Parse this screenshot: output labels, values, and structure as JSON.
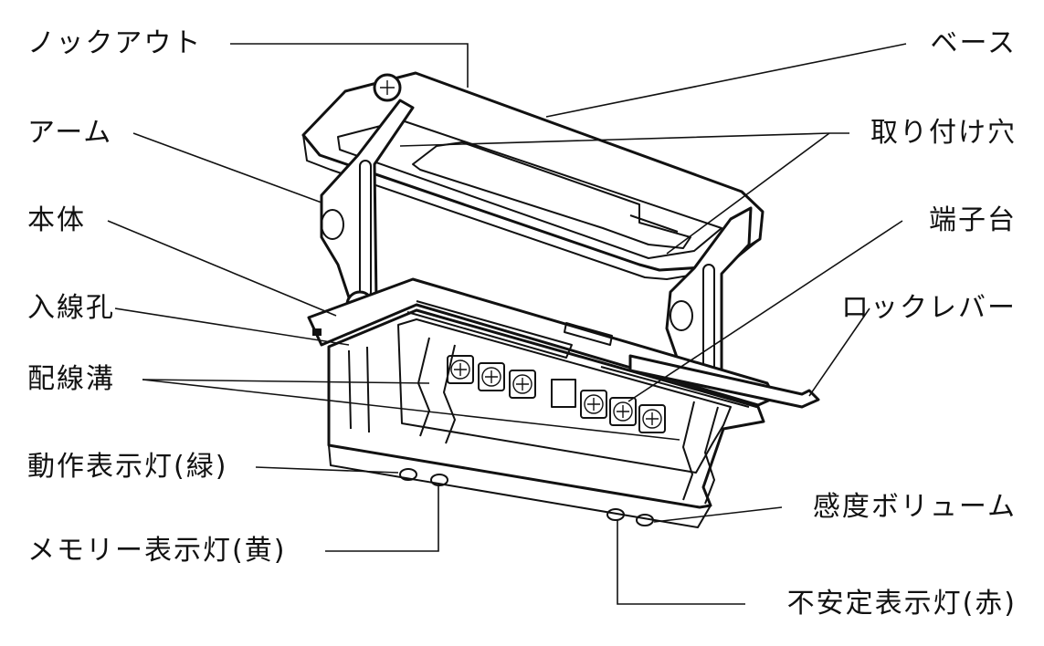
{
  "labels": {
    "knockout": "ノックアウト",
    "base": "ベース",
    "arm": "アーム",
    "mounting_hole": "取り付け穴",
    "body": "本体",
    "terminal_block": "端子台",
    "wire_entry": "入線孔",
    "lock_lever": "ロックレバー",
    "wiring_groove": "配線溝",
    "operation_lamp": "動作表示灯(緑)",
    "sensitivity_volume": "感度ボリューム",
    "memory_lamp": "メモリー表示灯(黄)",
    "unstable_lamp": "不安定表示灯(赤)"
  }
}
